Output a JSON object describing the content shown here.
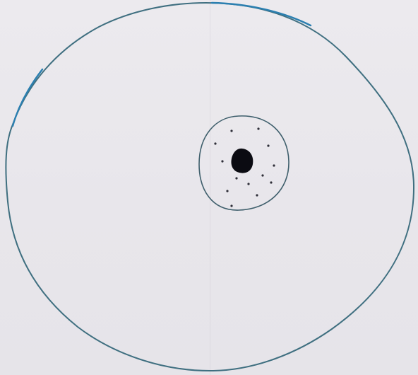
{
  "colors": {
    "paper": "#e9e7ec",
    "cell_outline": "#3f6f80",
    "cell_outline_highlight": "#2b7fb0",
    "nucleus_outline": "#3f5f6c",
    "nucleolus": "#0b0b12",
    "chromatin_dots": "#2e2e38"
  },
  "structures": {
    "cell_membrane": "cell-membrane-outline",
    "nucleus": "nucleus-outline",
    "nucleolus": "nucleolus-filled",
    "chromatin": {
      "shape": "dot",
      "count": 13
    }
  }
}
